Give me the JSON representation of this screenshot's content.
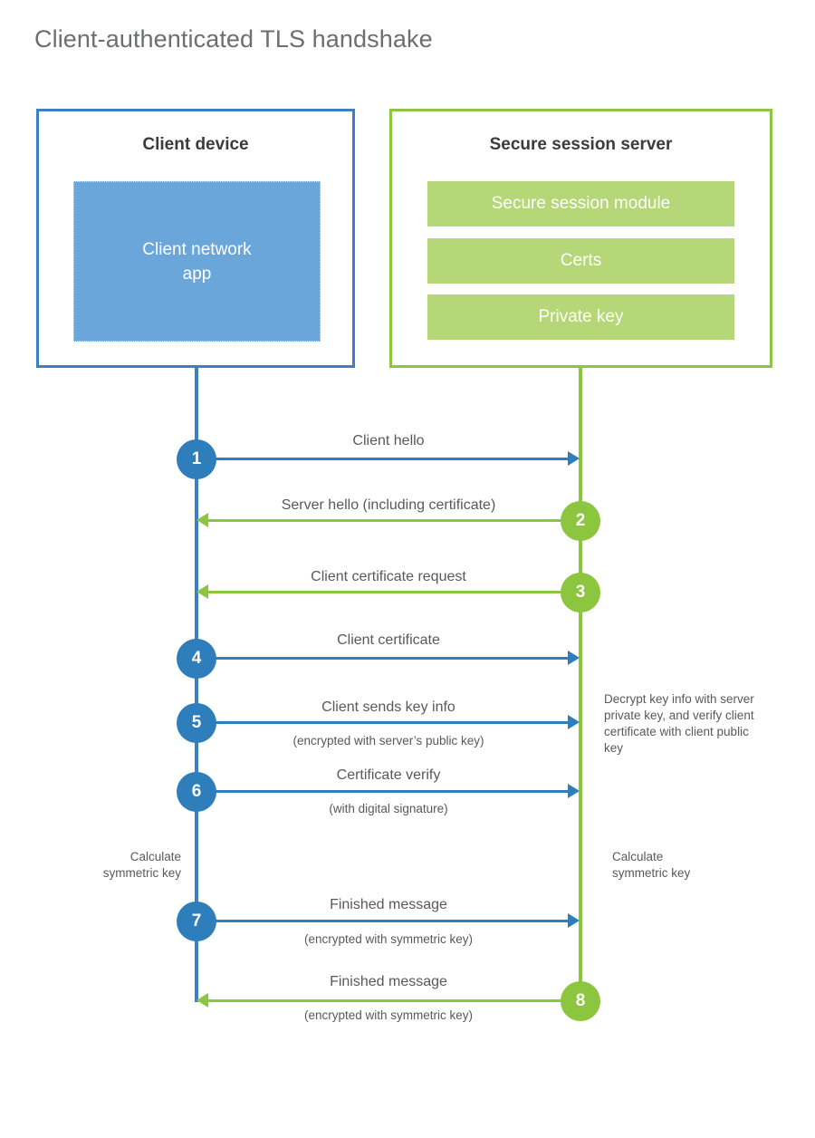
{
  "title": "Client-authenticated TLS handshake",
  "colors": {
    "blue": "#2e7ebb",
    "blue_border": "#3b7fc4",
    "blue_fill": "#6aa6d9",
    "green": "#8cc63f",
    "green_fill": "#b5d777",
    "text": "#58595b"
  },
  "client": {
    "title": "Client device",
    "app_label": "Client network\napp",
    "app_label_line1": "Client network",
    "app_label_line2": "app"
  },
  "server": {
    "title": "Secure session server",
    "components": [
      {
        "label": "Secure session module"
      },
      {
        "label": "Certs"
      },
      {
        "label": "Private key"
      }
    ]
  },
  "messages": [
    {
      "step": "1",
      "label": "Client hello",
      "sublabel": "",
      "direction": "client-to-server",
      "color": "blue"
    },
    {
      "step": "2",
      "label": "Server hello (including certificate)",
      "sublabel": "",
      "direction": "server-to-client",
      "color": "green"
    },
    {
      "step": "3",
      "label": "Client certificate request",
      "sublabel": "",
      "direction": "server-to-client",
      "color": "green"
    },
    {
      "step": "4",
      "label": "Client certificate",
      "sublabel": "",
      "direction": "client-to-server",
      "color": "blue"
    },
    {
      "step": "5",
      "label": "Client sends key info",
      "sublabel": "(encrypted with server’s public key)",
      "direction": "client-to-server",
      "color": "blue"
    },
    {
      "step": "6",
      "label": "Certificate verify",
      "sublabel": "(with digital signature)",
      "direction": "client-to-server",
      "color": "blue"
    },
    {
      "step": "7",
      "label": "Finished message",
      "sublabel": "(encrypted with symmetric key)",
      "direction": "client-to-server",
      "color": "blue"
    },
    {
      "step": "8",
      "label": "Finished message",
      "sublabel": "(encrypted with symmetric key)",
      "direction": "server-to-client",
      "color": "green"
    }
  ],
  "annotations": {
    "server_decrypt": "Decrypt key info with server private key, and verify client certificate with client public key",
    "client_calculate_line1": "Calculate",
    "client_calculate_line2": "symmetric key",
    "server_calculate_line1": "Calculate",
    "server_calculate_line2": "symmetric key"
  }
}
